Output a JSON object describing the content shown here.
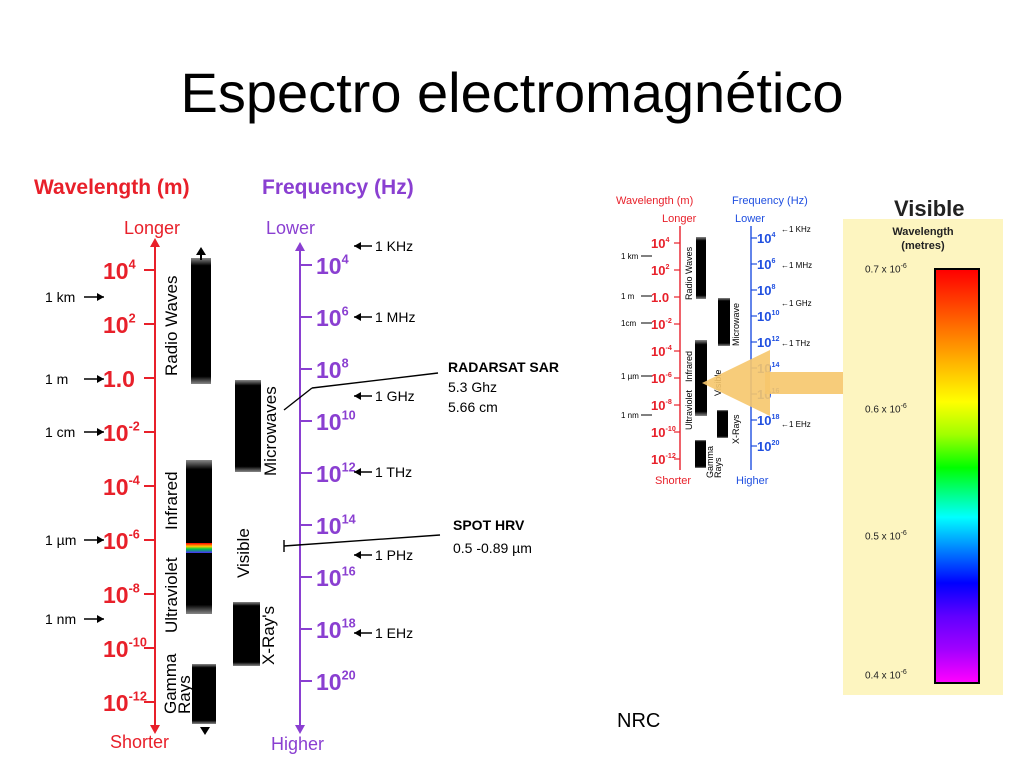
{
  "title": "Espectro electromagnético",
  "main": {
    "wavelength_header": "Wavelength (m)",
    "frequency_header": "Frequency (Hz)",
    "longer": "Longer",
    "shorter": "Shorter",
    "lower": "Lower",
    "higher": "Higher",
    "wavelength_ticks": [
      {
        "mant": "10",
        "exp": "4"
      },
      {
        "mant": "10",
        "exp": "2"
      },
      {
        "mant": "1.0",
        "exp": ""
      },
      {
        "mant": "10",
        "exp": "-2"
      },
      {
        "mant": "10",
        "exp": "-4"
      },
      {
        "mant": "10",
        "exp": "-6"
      },
      {
        "mant": "10",
        "exp": "-8"
      },
      {
        "mant": "10",
        "exp": "-10"
      },
      {
        "mant": "10",
        "exp": "-12"
      }
    ],
    "length_markers": [
      "1 km",
      "1 m",
      "1 cm",
      "1 µm",
      "1 nm"
    ],
    "frequency_ticks": [
      {
        "mant": "10",
        "exp": "4"
      },
      {
        "mant": "10",
        "exp": "6"
      },
      {
        "mant": "10",
        "exp": "8"
      },
      {
        "mant": "10",
        "exp": "10"
      },
      {
        "mant": "10",
        "exp": "12"
      },
      {
        "mant": "10",
        "exp": "14"
      },
      {
        "mant": "10",
        "exp": "16"
      },
      {
        "mant": "10",
        "exp": "18"
      },
      {
        "mant": "10",
        "exp": "20"
      }
    ],
    "frequency_markers": [
      "1 KHz",
      "1 MHz",
      "1 GHz",
      "1 THz",
      "1 PHz",
      "1 EHz"
    ],
    "bands": [
      "Radio Waves",
      "Microwaves",
      "Infrared",
      "Visible",
      "Ultraviolet",
      "X-Ray's",
      "Gamma Rays"
    ],
    "sensors": [
      {
        "name": "RADARSAT SAR",
        "lines": [
          "5.3 Ghz",
          "5.66 cm"
        ]
      },
      {
        "name": "SPOT HRV",
        "lines": [
          "0.5 -0.89 µm"
        ]
      }
    ]
  },
  "inset": {
    "wavelength_header": "Wavelength (m)",
    "frequency_header": "Frequency (Hz)",
    "longer": "Longer",
    "shorter": "Shorter",
    "lower": "Lower",
    "higher": "Higher",
    "wavelength_ticks": [
      {
        "mant": "10",
        "exp": "4"
      },
      {
        "mant": "10",
        "exp": "2"
      },
      {
        "mant": "1.0",
        "exp": ""
      },
      {
        "mant": "10",
        "exp": "-2"
      },
      {
        "mant": "10",
        "exp": "-4"
      },
      {
        "mant": "10",
        "exp": "-6"
      },
      {
        "mant": "10",
        "exp": "-8"
      },
      {
        "mant": "10",
        "exp": "-10"
      },
      {
        "mant": "10",
        "exp": "-12"
      }
    ],
    "length_markers": [
      "1 km",
      "1 m",
      "1cm",
      "1 µm",
      "1 nm"
    ],
    "frequency_ticks": [
      {
        "mant": "10",
        "exp": "4"
      },
      {
        "mant": "10",
        "exp": "6"
      },
      {
        "mant": "10",
        "exp": "8"
      },
      {
        "mant": "10",
        "exp": "10"
      },
      {
        "mant": "10",
        "exp": "12"
      },
      {
        "mant": "10",
        "exp": "14"
      },
      {
        "mant": "10",
        "exp": "16"
      },
      {
        "mant": "10",
        "exp": "18"
      },
      {
        "mant": "10",
        "exp": "20"
      }
    ],
    "frequency_markers": [
      "1 KHz",
      "1 MHz",
      "1 GHz",
      "1 THz",
      "1 EHz"
    ],
    "bands": [
      "Radio Waves",
      "Microwave",
      "Infrared",
      "Visible",
      "Ultraviolet",
      "X-Rays",
      "Gamma Rays"
    ]
  },
  "visible_panel": {
    "title": "Visible",
    "subtitle1": "Wavelength",
    "subtitle2": "(metres)",
    "ticks": [
      "0.7 x 10-6",
      "0.6 x 10-6",
      "0.5 x 10-6",
      "0.4 x 10-6"
    ]
  },
  "credit": "NRC",
  "colors": {
    "wavelength": "#e8202a",
    "frequency": "#8a3fd1",
    "inset_frequency": "#1f4fe0",
    "band": "#000000",
    "arrow": "#f6c66b",
    "panel": "#fdf5c0"
  }
}
